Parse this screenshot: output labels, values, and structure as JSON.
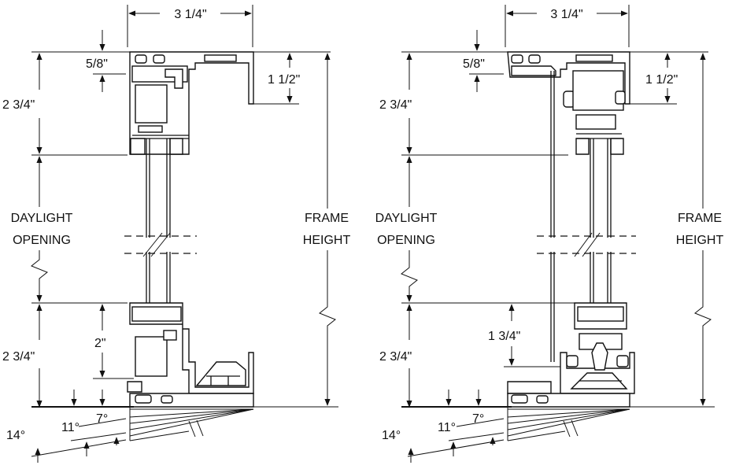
{
  "left_detail": {
    "dim_width": "3 1/4\"",
    "dim_top_lip": "5/8\"",
    "dim_top_head": "2 3/4\"",
    "dim_head_flange": "1 1/2\"",
    "daylight_line1": "DAYLIGHT",
    "daylight_line2": "OPENING",
    "frame_line1": "FRAME",
    "frame_line2": "HEIGHT",
    "dim_bottom_sill": "2 3/4\"",
    "dim_sill_inner": "2\"",
    "angle_14": "14°",
    "angle_11": "11°",
    "angle_7": "7°"
  },
  "right_detail": {
    "dim_width": "3 1/4\"",
    "dim_top_lip": "5/8\"",
    "dim_top_head": "2 3/4\"",
    "dim_head_flange": "1 1/2\"",
    "daylight_line1": "DAYLIGHT",
    "daylight_line2": "OPENING",
    "frame_line1": "FRAME",
    "frame_line2": "HEIGHT",
    "dim_bottom_sill": "2 3/4\"",
    "dim_sill_inner": "1 3/4\"",
    "angle_14": "14°",
    "angle_11": "11°",
    "angle_7": "7°"
  }
}
